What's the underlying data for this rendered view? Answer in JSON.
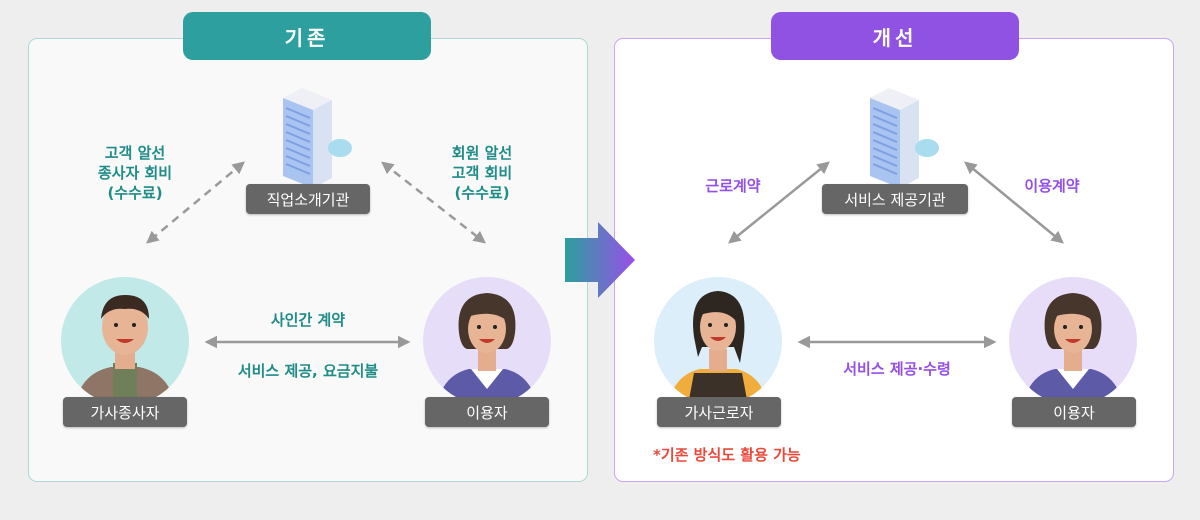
{
  "before": {
    "title": "기존",
    "agency_label": "직업소개기관",
    "left_fee_label": [
      "고객 알선",
      "종사자 회비",
      "(수수료)"
    ],
    "right_fee_label": [
      "회원 알선",
      "고객 회비",
      "(수수료)"
    ],
    "contract_label": "사인간 계약",
    "service_label": "서비스 제공, 요금지불",
    "worker_label": "가사종사자",
    "user_label": "이용자"
  },
  "after": {
    "title": "개선",
    "agency_label": "서비스 제공기관",
    "left_contract_label": "근로계약",
    "right_contract_label": "이용계약",
    "service_label": "서비스 제공·수령",
    "worker_label": "가사근로자",
    "user_label": "이용자",
    "note": "*기존 방식도 활용 가능"
  },
  "colors": {
    "teal": "#2c9f9e",
    "purple": "#8f52e3",
    "note_red": "#e8493a"
  }
}
